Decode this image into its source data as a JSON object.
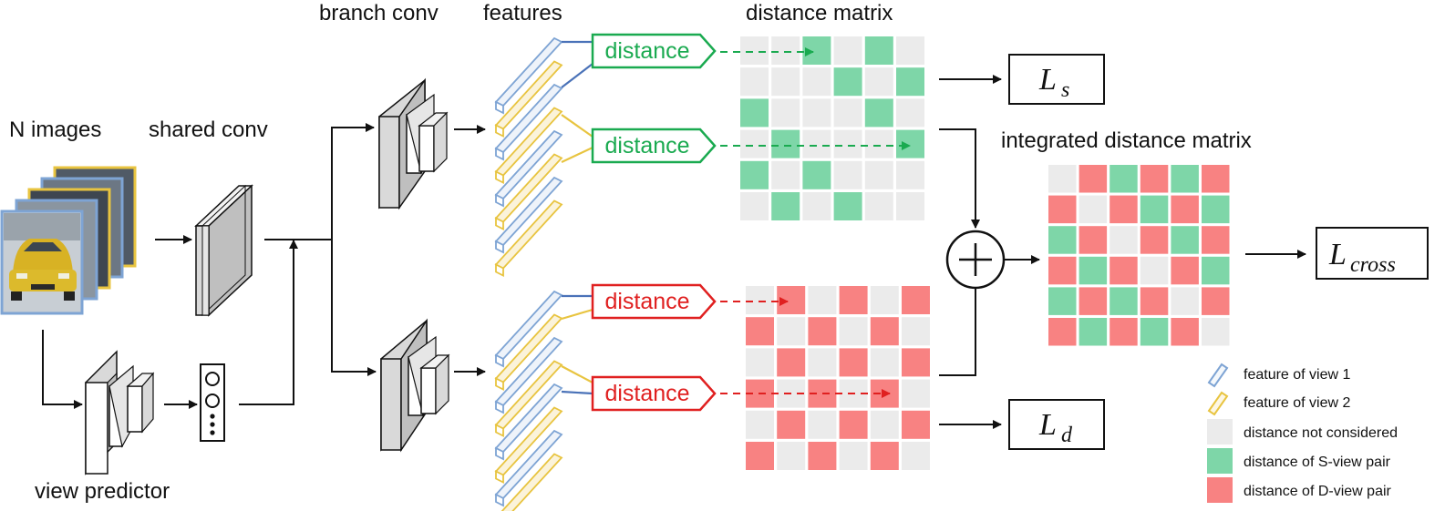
{
  "labels": {
    "n_images": "N images",
    "shared_conv": "shared conv",
    "branch_conv": "branch conv",
    "features": "features",
    "distance_matrix": "distance matrix",
    "integrated_distance_matrix": "integrated distance matrix",
    "view_predictor": "view predictor"
  },
  "distance_boxes": {
    "top_1": "distance",
    "top_2": "distance",
    "bottom_1": "distance",
    "bottom_2": "distance"
  },
  "losses": {
    "ls_main": "L",
    "ls_sub": "s",
    "ld_main": "L",
    "ld_sub": "d",
    "lcross_main": "L",
    "lcross_sub": "cross"
  },
  "legend": [
    {
      "label": "feature of view 1",
      "swatch": "feature-view-1"
    },
    {
      "label": "feature of view 2",
      "swatch": "feature-view-2"
    },
    {
      "label": "distance not considered",
      "swatch": "cell-gray"
    },
    {
      "label": "distance of S-view pair",
      "swatch": "cell-green"
    },
    {
      "label": "distance of D-view pair",
      "swatch": "cell-red"
    }
  ],
  "colors": {
    "green": "#7ed6a8",
    "red": "#f88282",
    "gray": "#ebebeb",
    "green_text": "#1aaa50",
    "red_text": "#e02020",
    "view1": "#7ea4d4",
    "view2": "#e8c440",
    "conv_fill": "#d9d9d9"
  },
  "matrices": {
    "s_matrix": [
      [
        "g",
        "g",
        "s",
        "g",
        "s",
        "g"
      ],
      [
        "g",
        "g",
        "g",
        "s",
        "g",
        "s"
      ],
      [
        "s",
        "g",
        "g",
        "g",
        "s",
        "g"
      ],
      [
        "g",
        "s",
        "g",
        "g",
        "g",
        "s"
      ],
      [
        "s",
        "g",
        "s",
        "g",
        "g",
        "g"
      ],
      [
        "g",
        "s",
        "g",
        "s",
        "g",
        "g"
      ]
    ],
    "d_matrix": [
      [
        "g",
        "d",
        "g",
        "d",
        "g",
        "d"
      ],
      [
        "d",
        "g",
        "d",
        "g",
        "d",
        "g"
      ],
      [
        "g",
        "d",
        "g",
        "d",
        "g",
        "d"
      ],
      [
        "d",
        "g",
        "d",
        "g",
        "d",
        "g"
      ],
      [
        "g",
        "d",
        "g",
        "d",
        "g",
        "d"
      ],
      [
        "d",
        "g",
        "d",
        "g",
        "d",
        "g"
      ]
    ],
    "integrated_matrix": [
      [
        "g",
        "d",
        "s",
        "d",
        "s",
        "d"
      ],
      [
        "d",
        "g",
        "d",
        "s",
        "d",
        "s"
      ],
      [
        "s",
        "d",
        "g",
        "d",
        "s",
        "d"
      ],
      [
        "d",
        "s",
        "d",
        "g",
        "d",
        "s"
      ],
      [
        "s",
        "d",
        "s",
        "d",
        "g",
        "d"
      ],
      [
        "d",
        "s",
        "d",
        "s",
        "d",
        "g"
      ]
    ]
  }
}
